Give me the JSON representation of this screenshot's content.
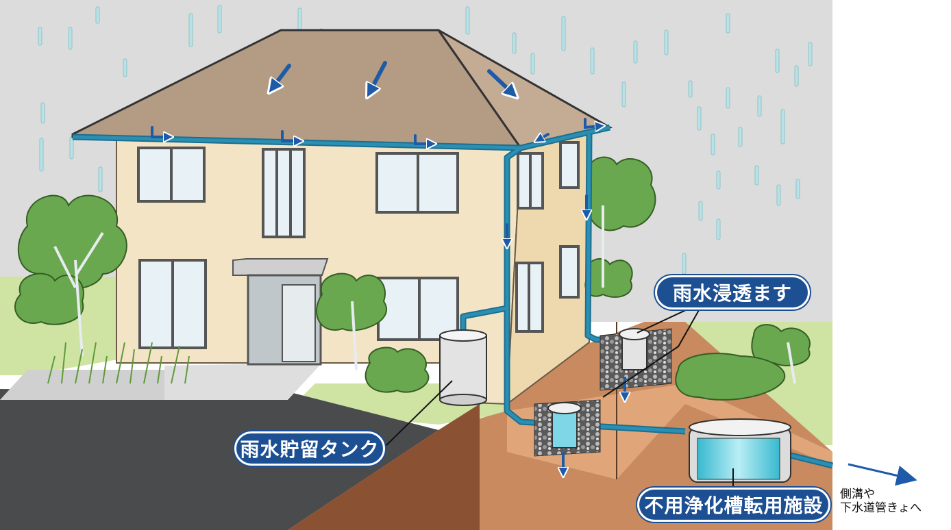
{
  "labels": {
    "infiltration_basin": "雨水浸透ます",
    "storage_tank": "雨水貯留タンク",
    "septic_conversion": "不用浄化槽転用施設",
    "outflow_line1": "側溝や",
    "outflow_line2": "下水道管きょへ"
  },
  "colors": {
    "sky": "#dcdcdc",
    "roof": "#b39b84",
    "wall": "#f3e4c6",
    "gutter_pipe": "#2a8fb3",
    "arrow": "#1d5aa8",
    "label_bg": "#1d4f93",
    "soil": "#c88a5e",
    "soil_dark": "#8a5233",
    "road": "#4a4b4d",
    "grass": "#cfe3a3",
    "tree": "#6aa84f",
    "tank": "#e3e3e3",
    "water": "#7fd6e6"
  }
}
